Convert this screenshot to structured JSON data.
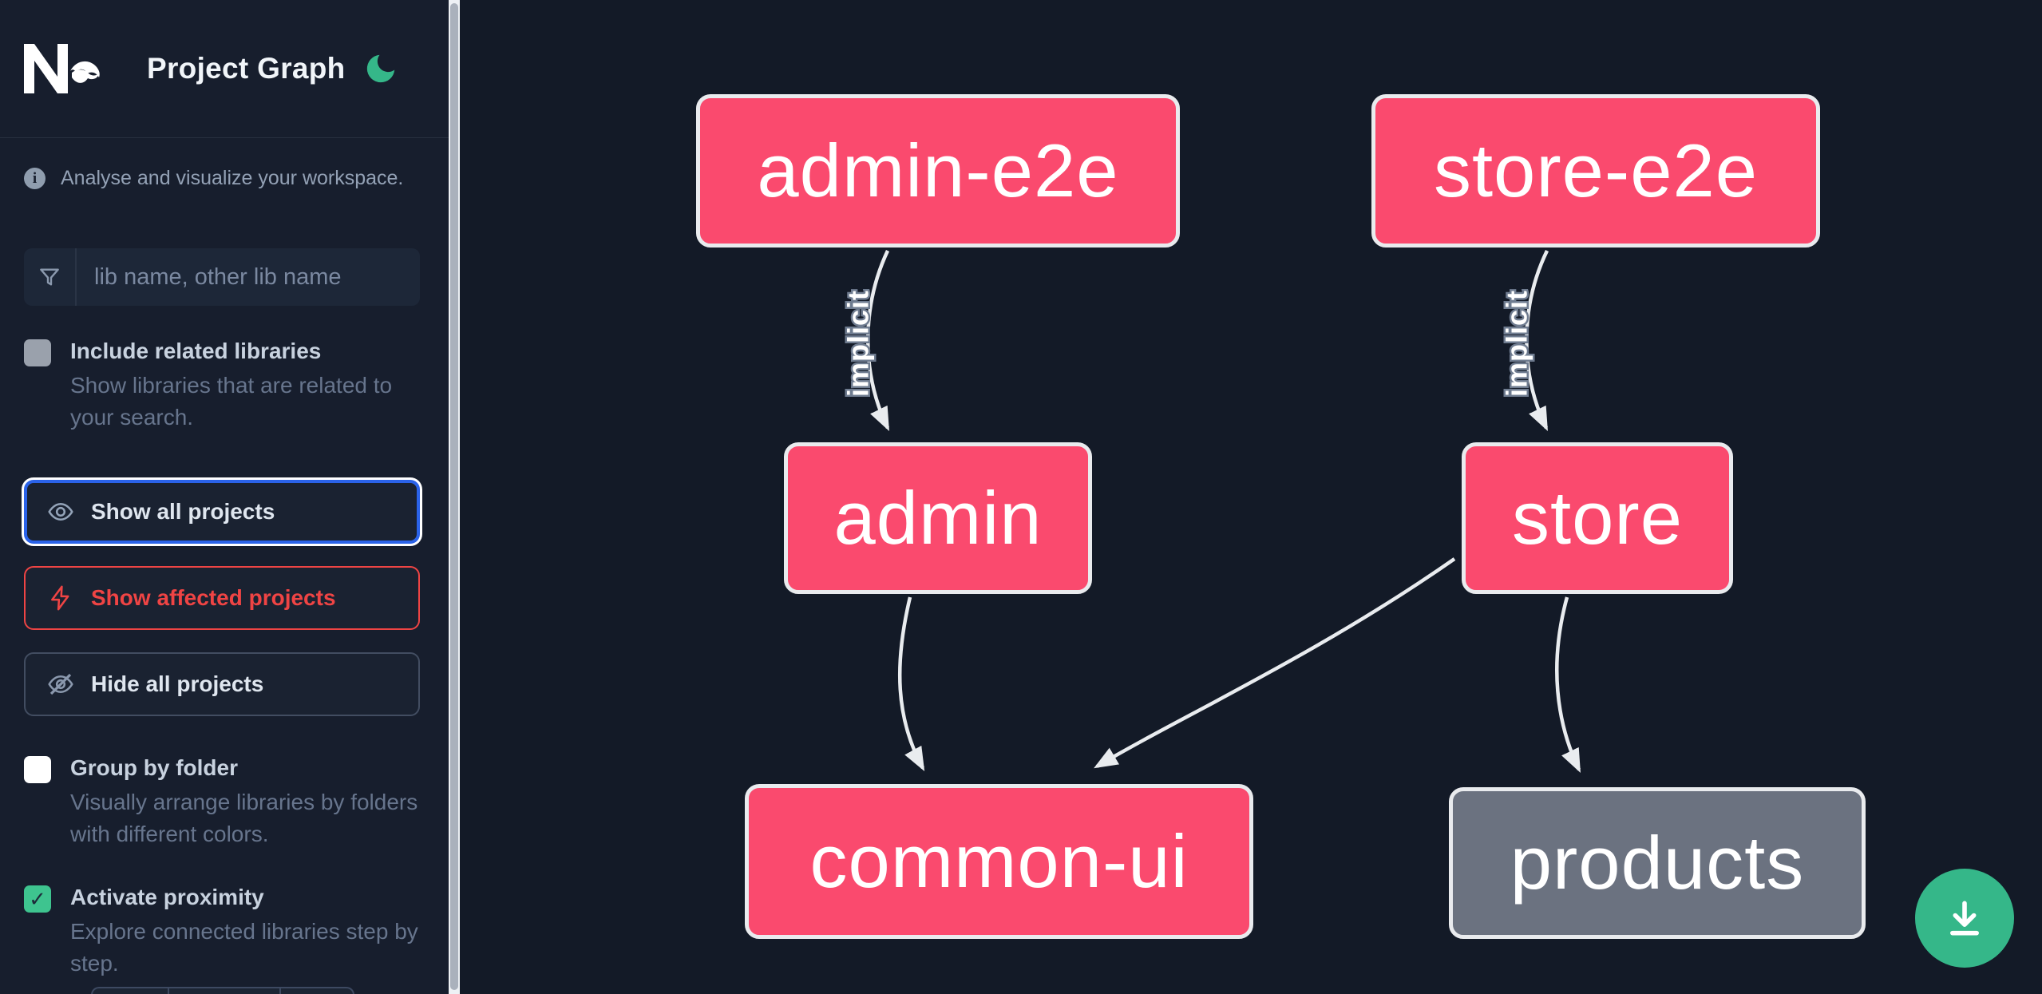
{
  "header": {
    "title": "Project Graph"
  },
  "sidebar": {
    "tagline": "Analyse and visualize your workspace.",
    "search_placeholder": "lib name, other lib name",
    "include_related": {
      "label": "Include related libraries",
      "description": "Show libraries that are related to your search.",
      "checked": false
    },
    "show_all_label": "Show all projects",
    "show_affected_label": "Show affected projects",
    "hide_all_label": "Hide all projects",
    "group_by_folder": {
      "label": "Group by folder",
      "description": "Visually arrange libraries by folders with different colors.",
      "checked": false
    },
    "activate_proximity": {
      "label": "Activate proximity",
      "description": "Explore connected libraries step by step.",
      "checked": true
    }
  },
  "graph": {
    "nodes": [
      {
        "label": "admin-e2e",
        "type": "affected"
      },
      {
        "label": "store-e2e",
        "type": "affected"
      },
      {
        "label": "admin",
        "type": "affected"
      },
      {
        "label": "store",
        "type": "affected"
      },
      {
        "label": "common-ui",
        "type": "affected"
      },
      {
        "label": "products",
        "type": "unaffected"
      }
    ],
    "edges": [
      {
        "from": "admin-e2e",
        "to": "admin",
        "label": "implicit"
      },
      {
        "from": "store-e2e",
        "to": "store",
        "label": "implicit"
      },
      {
        "from": "admin",
        "to": "common-ui"
      },
      {
        "from": "store",
        "to": "common-ui"
      },
      {
        "from": "store",
        "to": "products"
      }
    ]
  },
  "colors": {
    "affected_node": "#fa4a6e",
    "unaffected_node": "#6b7280",
    "edge": "#e9ecef",
    "accent_green": "#35b789",
    "focus_blue": "#2b63e9",
    "danger_red": "#ef4444",
    "sidebar_bg": "#171e2d",
    "canvas_bg": "#131a27"
  }
}
